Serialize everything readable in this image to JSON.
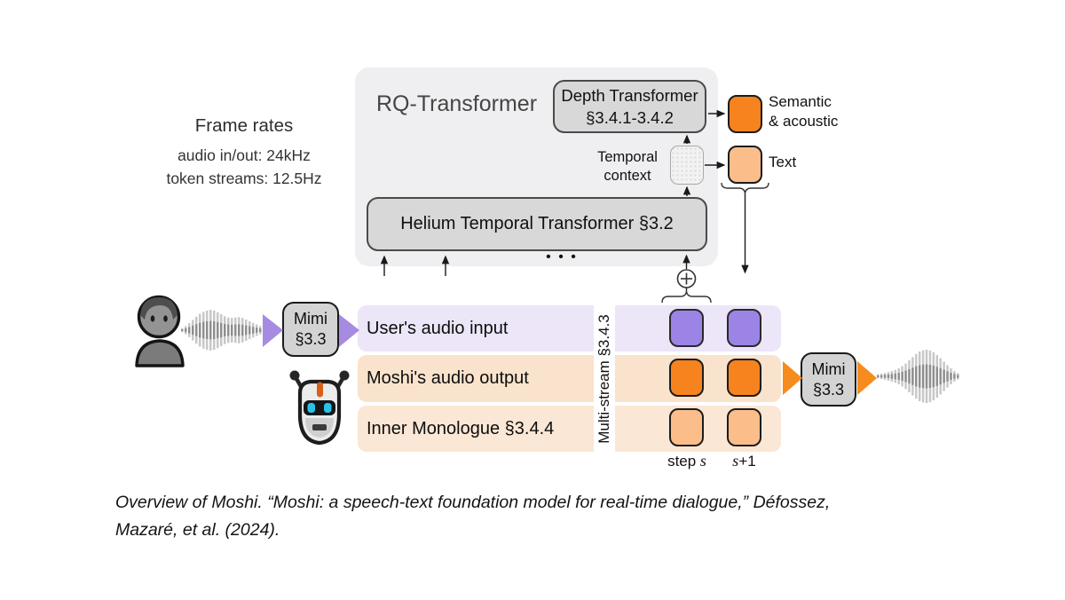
{
  "frame_rates": {
    "title": "Frame rates",
    "audio": "audio in/out: 24kHz",
    "tokens": "token streams: 12.5Hz"
  },
  "rq": {
    "title": "RQ-Transformer",
    "depth_box": {
      "line1": "Depth Transformer",
      "line2": "§3.4.1-3.4.2"
    },
    "temporal_context": {
      "line1": "Temporal",
      "line2": "context"
    },
    "helium_box": "Helium Temporal Transformer §3.2",
    "dots": "• • •"
  },
  "outputs": {
    "semantic_line1": "Semantic",
    "semantic_line2": "& acoustic",
    "text_label": "Text"
  },
  "streams": {
    "rows": [
      {
        "label": "User's audio input"
      },
      {
        "label": "Moshi's audio output"
      },
      {
        "label": "Inner Monologue §3.4.4"
      }
    ],
    "multistream_label": "Multi-stream §3.4.3",
    "step_prefix": "step ",
    "step_var": "s",
    "next_var": "s",
    "next_suffix": "+1"
  },
  "mimi_left": {
    "line1": "Mimi",
    "line2": "§3.3"
  },
  "mimi_right": {
    "line1": "Mimi",
    "line2": "§3.3"
  },
  "caption": {
    "line1": "Overview of Moshi. “Moshi: a speech-text foundation model for real-time  dialogue,” Défossez,",
    "line2": "Mazaré, et al. (2024)."
  },
  "icons": {
    "user": "person-bust-icon",
    "robot": "robot-head-icon",
    "waveform_in": "audio-waveform-icon",
    "waveform_out": "audio-waveform-icon",
    "sum": "circled-plus-icon"
  },
  "colors": {
    "panel_bg": "#EFEFF1",
    "box_fill": "#D8D8D8",
    "box_border": "#4A4A4A",
    "orange_token": "#F6831D",
    "light_orange_token": "#FBBE8A",
    "purple_token": "#9C84E6",
    "row_user_bg": "#ECE6F8",
    "row_moshi_bg": "#FAE3CC",
    "row_inner_bg": "#FBE7D5",
    "purple_triangle": "#A78BE2",
    "orange_triangle": "#F68C1E"
  }
}
